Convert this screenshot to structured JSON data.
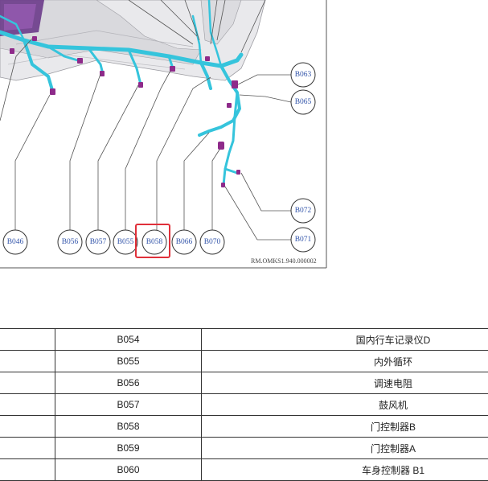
{
  "diagram": {
    "reference": "RM.OMKS1.940.000002",
    "connectors": {
      "B046": "B046",
      "B056": "B056",
      "B057": "B057",
      "B055": "B055",
      "B058": "B058",
      "B066": "B066",
      "B070": "B070",
      "B063": "B063",
      "B065": "B065",
      "B072": "B072",
      "B071": "B071"
    },
    "highlighted": "B058",
    "colors": {
      "harness": "#35c4dc",
      "plug": "#8e2a8a",
      "highlight": "#e0303a",
      "label": "#3355aa"
    }
  },
  "table": {
    "rows": [
      {
        "code": "B054",
        "name": "国内行车记录仪D"
      },
      {
        "code": "B055",
        "name": "内外循环"
      },
      {
        "code": "B056",
        "name": "调速电阻"
      },
      {
        "code": "B057",
        "name": "鼓风机"
      },
      {
        "code": "B058",
        "name": "门控制器B"
      },
      {
        "code": "B059",
        "name": "门控制器A"
      },
      {
        "code": "B060",
        "name": "车身控制器 B1"
      }
    ]
  }
}
